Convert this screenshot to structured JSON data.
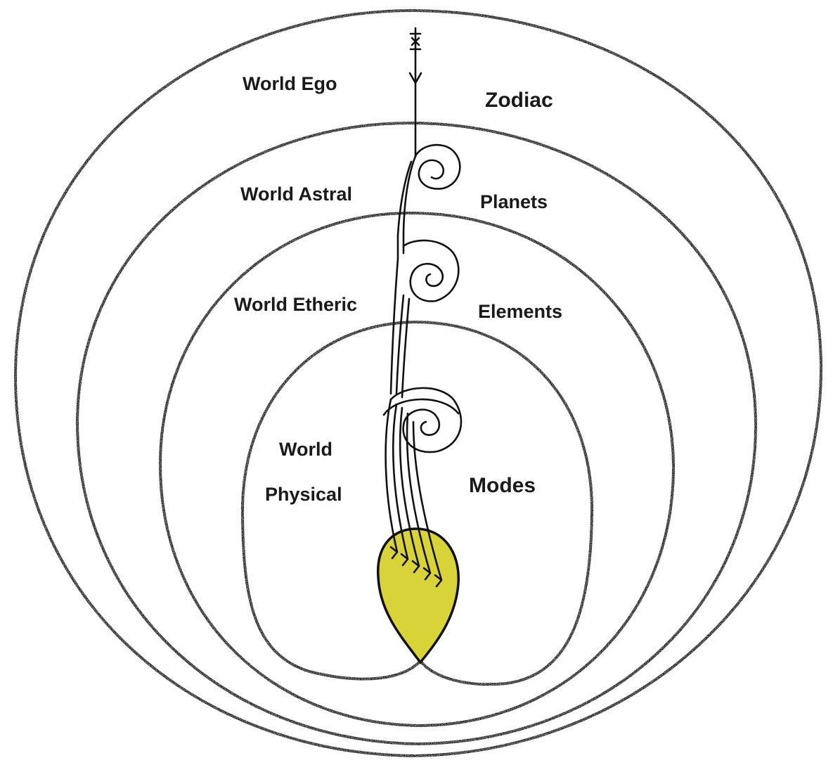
{
  "colors": {
    "ego_zodiac": "#d98ac4",
    "astral_planets": "#a9b2db",
    "etheric_elements": "#3f7a3a",
    "physical_modes": "#eeec5a",
    "line": "#111111",
    "background": "#ffffff"
  },
  "layers": [
    {
      "name": "ego",
      "left_label": "World Ego",
      "right_label": "Zodiac"
    },
    {
      "name": "astral",
      "left_label": "World Astral",
      "right_label": "Planets"
    },
    {
      "name": "etheric",
      "left_label": "World Etheric",
      "right_label": "Elements"
    },
    {
      "name": "physical",
      "left_label_line1": "World",
      "left_label_line2": "Physical",
      "right_label": "Modes"
    }
  ]
}
